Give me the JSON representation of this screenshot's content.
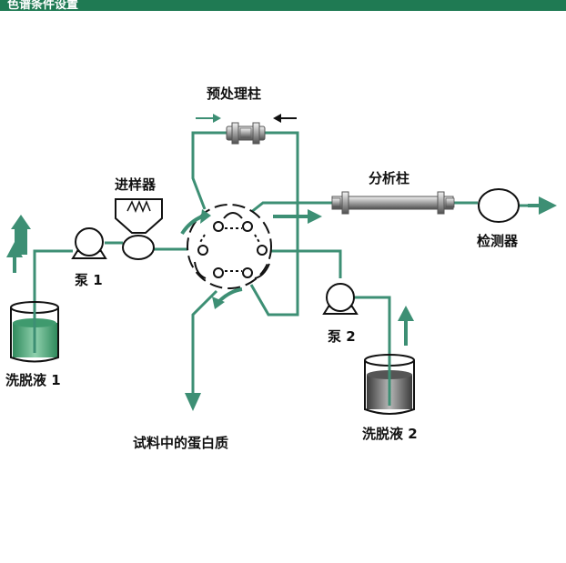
{
  "header": {
    "title": "色谱条件设置"
  },
  "colors": {
    "accent": "#3d8f74",
    "header": "#1f7a53",
    "liquid": "#3f9a6e",
    "liquid2": "#5a5a5a"
  },
  "labels": {
    "precolumn": "预处理柱",
    "analytical_column": "分析柱",
    "injector": "进样器",
    "detector": "检测器",
    "pump1": "泵 1",
    "pump2": "泵 2",
    "eluent1": "洗脱液 1",
    "eluent2": "洗脱液 2",
    "waste": "试料中的蛋白质"
  },
  "icons": [
    "pump-icon",
    "injector-icon",
    "valve-icon",
    "column-icon",
    "detector-icon",
    "reservoir-icon",
    "arrow-icon"
  ]
}
